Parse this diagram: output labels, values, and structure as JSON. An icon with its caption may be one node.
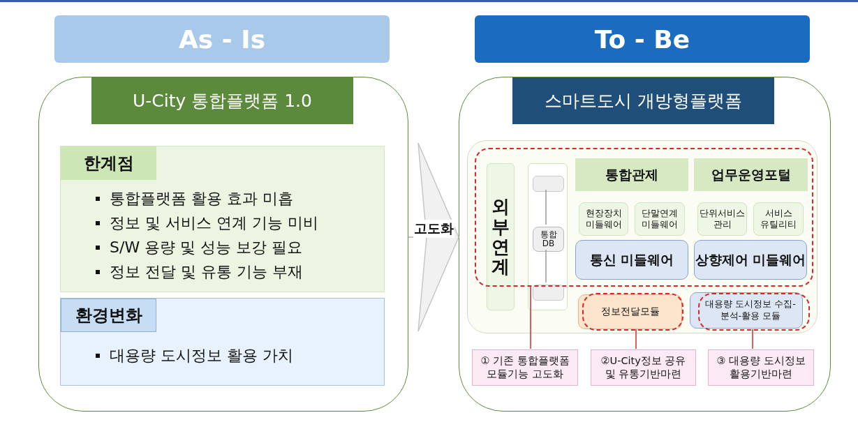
{
  "diagram": {
    "nodes": [
      {
        "text": [
          "As - Is"
        ]
      },
      {
        "text": [
          "To - Be"
        ]
      },
      {
        "text": [],
        "shape": "box"
      },
      {
        "text": [
          "U-City 통합플랫폼 1.0"
        ],
        "in": 2
      },
      {
        "text": [
          "한계점",
          "통합플랫폼 활용 효과 미흡",
          "정보 및 서비스 연계 기능 미비",
          "S/W 용량 및 성능 보강 필요",
          "정보 전달 및 유통 기능 부재"
        ],
        "in": 2
      },
      {
        "text": [
          "환경변화",
          "대용량 도시정보 활용 가치"
        ],
        "in": 2
      },
      {
        "text": [],
        "shape": "box"
      },
      {
        "text": [
          "스마트도시 개방형플랫폼"
        ],
        "in": 6
      },
      {
        "text": [],
        "shape": "box",
        "in": 6
      },
      {
        "text": [
          "외부연계"
        ],
        "in": 8
      },
      {
        "text": [],
        "shape": "box",
        "in": 8
      },
      {
        "text": [],
        "shape": "box",
        "in": 10
      },
      {
        "text": [
          "통합 DB"
        ],
        "in": 10
      },
      {
        "text": [],
        "shape": "box",
        "in": 10
      },
      {
        "text": [],
        "shape": "box",
        "in": 8
      },
      {
        "text": [
          "통합관제"
        ],
        "in": 14
      },
      {
        "text": [
          "업무운영포털"
        ],
        "in": 14
      },
      {
        "text": [
          "현장장치 미들웨어"
        ],
        "in": 14
      },
      {
        "text": [
          "단말연계 미들웨어"
        ],
        "in": 14
      },
      {
        "text": [
          "단위서비스 관리"
        ],
        "in": 14
      },
      {
        "text": [
          "서비스 유틸리티"
        ],
        "in": 14
      },
      {
        "text": [
          "통신 미들웨어"
        ],
        "in": 14
      },
      {
        "text": [
          "상향제어 미들웨어"
        ],
        "in": 14
      },
      {
        "text": [
          "정보전달모듈"
        ],
        "in": 8
      },
      {
        "text": [
          "대용량 도시정보 수집-분석-활용 모듈"
        ],
        "in": 8
      },
      {
        "text": [],
        "shape": "box",
        "in": 8
      },
      {
        "text": [],
        "shape": "box",
        "in": 8
      },
      {
        "text": [
          "① 기존 통합플랫폼 모듈기능 고도화"
        ],
        "in": 6
      },
      {
        "text": [
          "②U-City정보 공유 및 유통기반마련"
        ],
        "in": 6
      },
      {
        "text": [
          "③ 대용량 도시정보 활용기반마련"
        ],
        "in": 6
      }
    ],
    "edges": [
      {
        "from": 2,
        "to": 6,
        "arrow": "to",
        "label": "고도화",
        "color": "#c6c6c6"
      },
      {
        "from": 11,
        "to": 12,
        "arrow": "none",
        "color": "#9a9a9a"
      },
      {
        "from": 12,
        "to": 13,
        "arrow": "none",
        "color": "#9a9a9a"
      },
      {
        "from": 14,
        "to": 27,
        "arrow": "none",
        "color": "#d9262c"
      },
      {
        "from": 25,
        "to": 28,
        "arrow": "none",
        "color": "#d9262c"
      },
      {
        "from": 26,
        "to": 29,
        "arrow": "none",
        "color": "#d9262c"
      }
    ]
  }
}
